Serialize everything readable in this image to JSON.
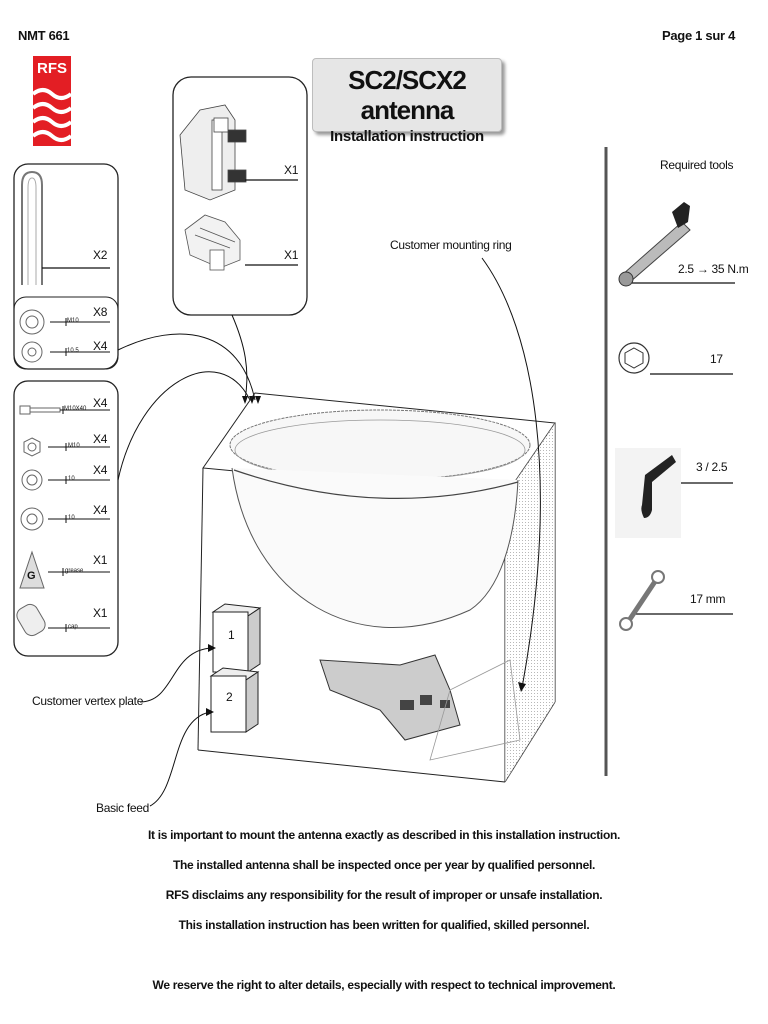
{
  "header": {
    "doc_number": "NMT 661",
    "page": "Page 1 sur 4"
  },
  "logo": {
    "text": "RFS",
    "color": "#e31e24"
  },
  "title": {
    "main": "SC2/SCX2 antenna",
    "sub": "Installation instruction"
  },
  "tools": {
    "heading": "Required tools",
    "items": [
      {
        "icon": "torque-wrench-icon",
        "label": "2.5 → 35 N.m"
      },
      {
        "icon": "hex-socket-icon",
        "label": "17"
      },
      {
        "icon": "allen-key-icon",
        "label": "3 / 2.5"
      },
      {
        "icon": "open-spanner-icon",
        "label": "17 mm"
      }
    ]
  },
  "parts": {
    "bracket_qty": "X1",
    "clamp_qty": "X1",
    "ubolt_qty": "X2",
    "nut_m10_qty": "X8",
    "nut_m10_text": "M10",
    "washer_qty": "X4",
    "washer_text": "10.5",
    "bolt_qty": "X4",
    "bolt_text": "M10X40",
    "hexnut_qty": "X4",
    "hexnut_text": "M10",
    "washer10a_qty": "X4",
    "washer10a_text": "10",
    "washer10b_qty": "X4",
    "washer10b_text": "10",
    "grease_qty": "X1",
    "grease_text": "grease",
    "grease_letter": "G",
    "cap_qty": "X1",
    "cap_text": "cap"
  },
  "labels": {
    "mounting_ring": "Customer mounting ring",
    "vertex_plate": "Customer vertex plate",
    "basic_feed": "Basic feed",
    "box_1": "1",
    "box_2": "2"
  },
  "notes": [
    "It is important to mount the antenna exactly as described in this installation instruction.",
    "The installed antenna shall be inspected once per year by qualified personnel.",
    "RFS disclaims any responsibility for the result of improper or unsafe installation.",
    "This installation instruction has been written for qualified, skilled personnel."
  ],
  "footer": "We reserve the right to alter details, especially with respect to technical improvement."
}
